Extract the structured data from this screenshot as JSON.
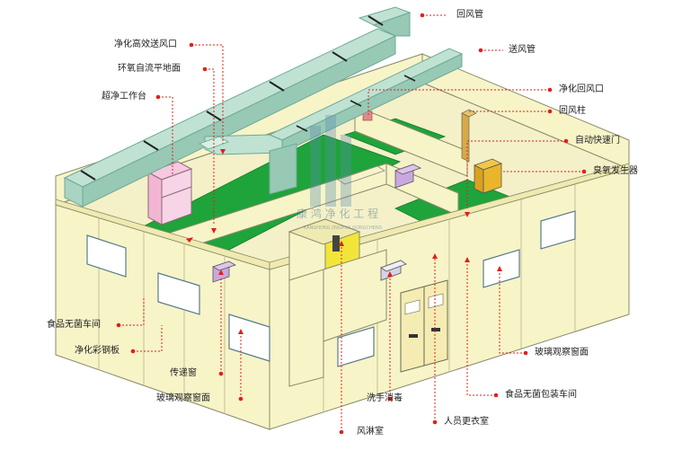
{
  "colors": {
    "wall": "#f7f4c8",
    "wall_top": "#efeab0",
    "floor_green": "#1ea43a",
    "floor_beige": "#f4f0c8",
    "duct": "#bfe2d3",
    "duct_dark": "#97c9b5",
    "leader": "#e0201a",
    "pass_box": "#c9a8e0",
    "air_shower": "#f2e53a",
    "cleanbench": "#f7c8e0",
    "ozone_gen": "#e9b62a",
    "door": "#f4ecb2"
  },
  "labels": {
    "return_duct": "回风管",
    "supply_duct": "送风管",
    "hepa_outlet": "净化高效送风口",
    "epoxy_floor": "环氧自流平地面",
    "clean_bench": "超净工作台",
    "clean_return": "净化回风口",
    "return_column": "回风柱",
    "auto_door": "自动快速门",
    "ozone_generator": "臭氧发生器",
    "food_sterile_room": "食品无菌车间",
    "color_steel_panel": "净化彩钢板",
    "pass_box": "传递窗",
    "glass_window_left": "玻璃观察窗面",
    "glass_window_right": "玻璃观察窗面",
    "hand_wash": "洗手消毒",
    "food_packing_room": "食品无菌包装车间",
    "changing_room": "人员更衣室",
    "air_shower": "风淋室"
  },
  "watermark": {
    "text_cn": "康 鸿 净 化 工 程",
    "text_en": "KANGHONG JINGHUA GONGCHENG"
  }
}
